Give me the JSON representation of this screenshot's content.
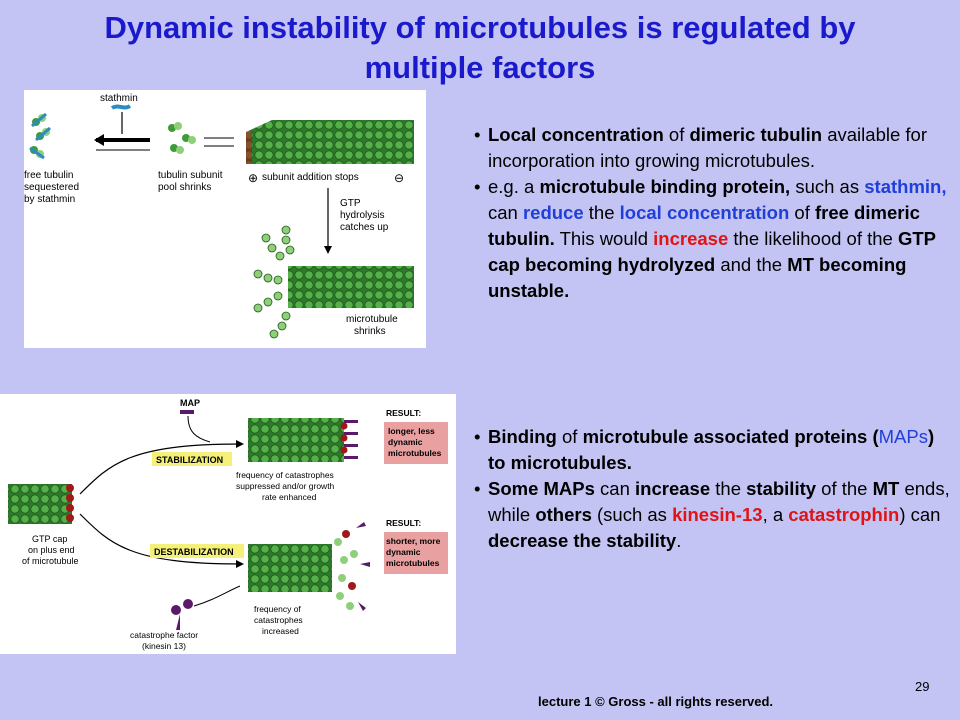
{
  "slide": {
    "title_line1": "Dynamic instability of microtubules is regulated by",
    "title_line2": "multiple factors",
    "page_number": "29",
    "footer": "lecture 1 © Gross - all rights reserved."
  },
  "figure1": {
    "stathmin": "stathmin",
    "free_tubulin_1": "free tubulin",
    "free_tubulin_2": "sequestered",
    "free_tubulin_3": "by stathmin",
    "pool_1": "tubulin subunit",
    "pool_2": "pool shrinks",
    "plus": "⊕",
    "addition_stops": "subunit addition stops",
    "minus": "⊖",
    "gtp_1": "GTP",
    "gtp_2": "hydrolysis",
    "gtp_3": "catches up",
    "shrinks_1": "microtubule",
    "shrinks_2": "shrinks"
  },
  "figure2": {
    "map": "MAP",
    "stabilization": "STABILIZATION",
    "destabilization": "DESTABILIZATION",
    "result1": "RESULT:",
    "result2": "RESULT:",
    "res1_a": "longer, less",
    "res1_b": "dynamic",
    "res1_c": "microtubules",
    "res2_a": "shorter, more",
    "res2_b": "dynamic",
    "res2_c": "microtubules",
    "freq1_a": "frequency of catastrophes",
    "freq1_b": "suppressed and/or growth",
    "freq1_c": "rate enhanced",
    "freq2_a": "frequency of",
    "freq2_b": "catastrophes",
    "freq2_c": "increased",
    "cap_a": "GTP cap",
    "cap_b": "on plus end",
    "cap_c": "of microtubule",
    "cat_a": "catastrophe factor",
    "cat_b": "(kinesin 13)"
  },
  "bullets1": {
    "p1": {
      "s1": "Local concentration",
      "s2": " of ",
      "s3": "dimeric tubulin",
      "s4": " available for incorporation into growing microtubules."
    },
    "p2": {
      "s1": "e.g. a ",
      "s2": "microtubule binding protein,",
      "s3": " such as ",
      "s4": "stathmin,",
      "s5": " can ",
      "s6": "reduce",
      "s7": " the ",
      "s8": "local concentration",
      "s9": " of ",
      "s10": "free dimeric tubulin.",
      "s11": " This would ",
      "s12": "increase",
      "s13": " the likelihood of the ",
      "s14": "GTP cap becoming hydrolyzed",
      "s15": " and the ",
      "s16": "MT becoming unstable."
    }
  },
  "bullets2": {
    "p1": {
      "s1": "Binding",
      "s2": " of ",
      "s3": "microtubule associated proteins (",
      "s4": "MAPs",
      "s5": ") to ",
      "s6": "microtubules."
    },
    "p2": {
      "s1": "Some MAPs",
      "s2": " can ",
      "s3": "increase",
      "s4": " the ",
      "s5": "stability",
      "s6": " of the ",
      "s7": "MT",
      "s8": " ends, while ",
      "s9": "others",
      "s10": " (such as ",
      "s11": "kinesin-13",
      "s12": ", a ",
      "s13": "catastrophin",
      "s14": ") can ",
      "s15": "decrease",
      "s16": " the stability",
      "s17": "."
    }
  },
  "colors": {
    "title": "#1a1acc",
    "background": "#c4c4f4",
    "accent_blue": "#1f3fd9",
    "accent_red": "#e01414",
    "tubulin_green": "#3f9a3a",
    "gtp_red": "#a01818",
    "result_box": "#e8a0a0",
    "label_yellow": "#f4f07a"
  }
}
